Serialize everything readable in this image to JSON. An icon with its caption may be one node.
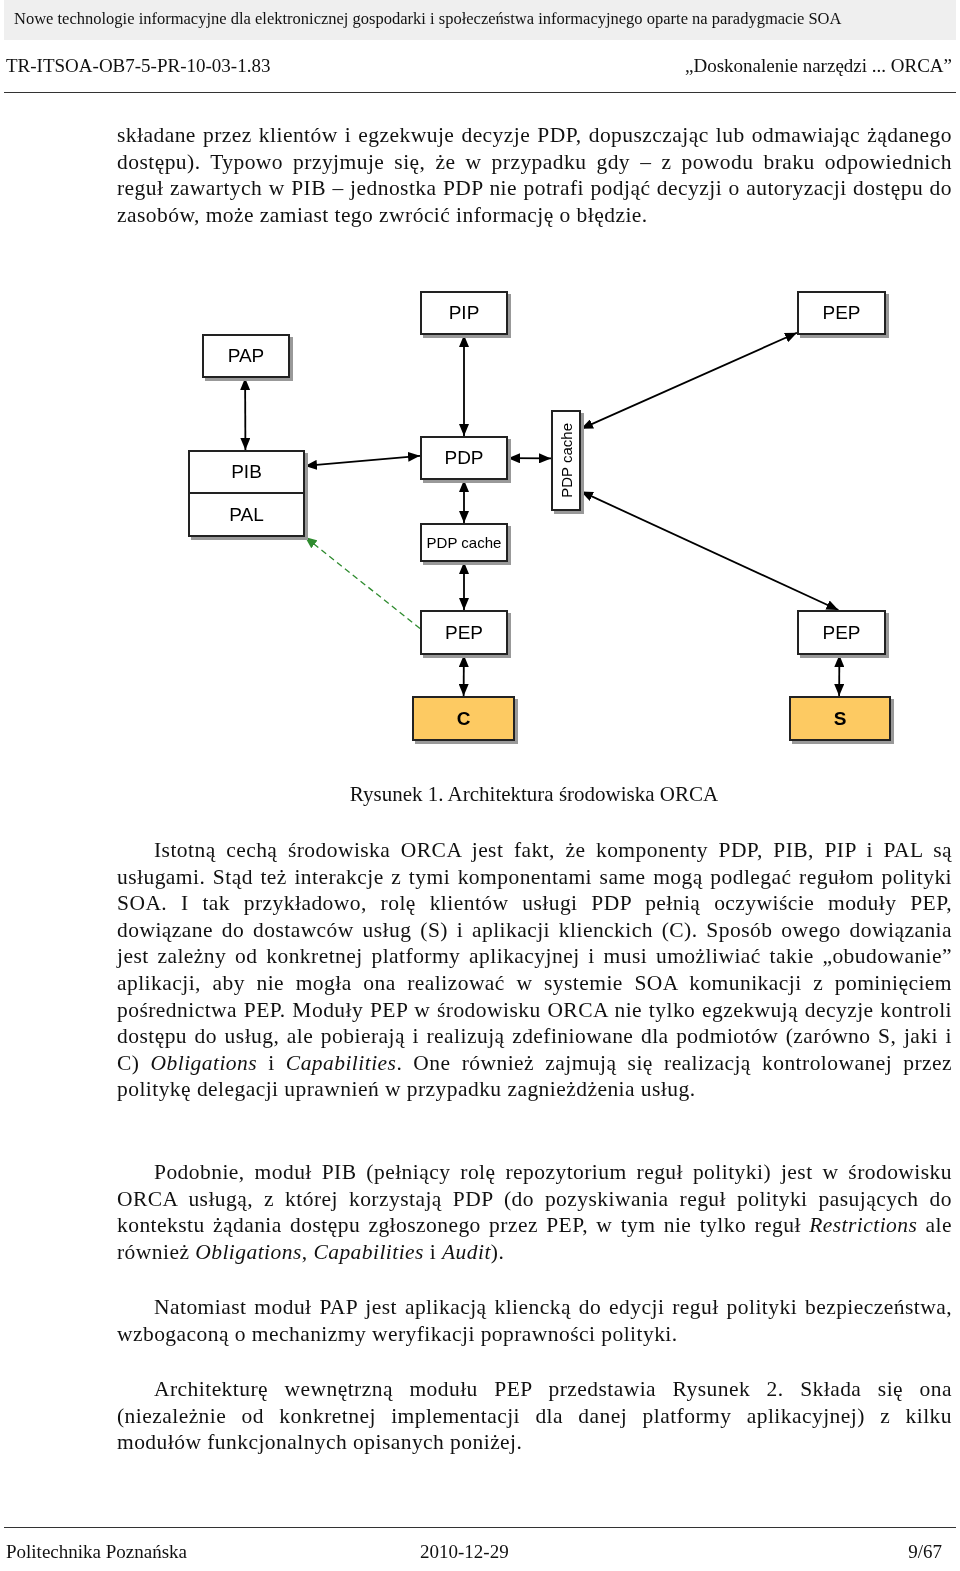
{
  "diagram": {
    "caption": "Rysunek 1. Architektura środowiska ORCA",
    "nodes": [
      {
        "text": [
          "PIP"
        ]
      },
      {
        "text": [
          "PEP"
        ]
      },
      {
        "text": [
          "PAP"
        ]
      },
      {
        "text": [
          "PDP cache"
        ]
      },
      {
        "text": [
          "PDP"
        ]
      },
      {
        "text": [
          "PIB"
        ]
      },
      {
        "text": [
          "PAL"
        ]
      },
      {
        "text": [
          "PDP cache"
        ]
      },
      {
        "text": [
          "PEP"
        ]
      },
      {
        "text": [
          "PEP"
        ]
      },
      {
        "text": [
          "C"
        ]
      },
      {
        "text": [
          "S"
        ]
      }
    ],
    "edges": [
      {
        "from": 2,
        "to": 5,
        "arrow": "both"
      },
      {
        "from": 0,
        "to": 4,
        "arrow": "both"
      },
      {
        "from": 5,
        "to": 4,
        "arrow": "both"
      },
      {
        "from": 4,
        "to": 3,
        "arrow": "both"
      },
      {
        "from": 3,
        "to": 1,
        "arrow": "both"
      },
      {
        "from": 3,
        "to": 9,
        "arrow": "both"
      },
      {
        "from": 4,
        "to": 7,
        "arrow": "both"
      },
      {
        "from": 7,
        "to": 8,
        "arrow": "both"
      },
      {
        "from": 8,
        "to": 10,
        "arrow": "both"
      },
      {
        "from": 9,
        "to": 11,
        "arrow": "both"
      },
      {
        "from": 8,
        "to": 6,
        "arrow": "to",
        "style": "dashed",
        "color": "#2e8b2e"
      }
    ],
    "labels": [
      "Nowe technologie informacyjne dla elektronicznej gospodarki i społeczeństwa informacyjnego oparte na paradygmacie SOA",
      "TR-ITSOA-OB7-5-PR-10-03-1.83",
      "„Doskonalenie narzędzi ... ORCA”",
      "składane przez klientów i egzekwuje decyzje PDP, dopuszczając lub odmawiając żądanego dostępu). Typowo przyjmuje się, że w przypadku gdy – z powodu braku odpowiednich reguł zawartych w PIB – jednostka PDP nie potrafi podjąć decyzji o autoryzacji dostępu do zasobów, może zamiast tego zwrócić informację o błędzie.",
      "Istotną cechą środowiska ORCA jest fakt, że komponenty PDP, PIB, PIP i PAL są usługami. Stąd też interakcje z tymi komponentami same mogą podlegać regułom polityki SOA. I tak przykładowo, rolę klientów usługi PDP pełnią oczywiście moduły PEP, dowiązane do dostawców usług (S) i aplikacji klienckich (C). Sposób owego dowiązania jest zależny od konkretnej platformy aplikacyjnej i musi umożliwiać takie „obudowanie” aplikacji, aby nie mogła ona realizować w systemie SOA komunikacji z pominięciem pośrednictwa PEP. Moduły PEP w środowisku ORCA nie tylko egzekwują decyzje kontroli dostępu do usług, ale pobierają i realizują zdefiniowane dla podmiotów (zarówno S, jaki i C) *Obligations* i *Capabilities*. One również zajmują się realizacją kontrolowanej przez politykę delegacji uprawnień w przypadku zagnieżdżenia usług.",
      "Podobnie, moduł PIB (pełniący rolę repozytorium reguł polityki) jest w środowisku ORCA usługą, z której korzystają PDP (do pozyskiwania reguł polityki pasujących do kontekstu żądania dostępu zgłoszonego przez PEP, w tym nie tylko reguł *Restrictions* ale również *Obligations*, *Capabilities* i *Audit*).",
      "Natomiast moduł PAP jest aplikacją kliencką do edycji reguł polityki bezpieczeństwa, wzbogaconą o mechanizmy weryfikacji poprawności polityki.",
      "Architekturę wewnętrzną modułu PEP przedstawia Rysunek 2. Składa się ona (niezależnie od konkretnej implementacji dla danej platformy aplikacyjnej) z kilku modułów funkcjonalnych opisanych poniżej.",
      "Politechnika Poznańska",
      "2010-12-29",
      "9/67"
    ]
  }
}
